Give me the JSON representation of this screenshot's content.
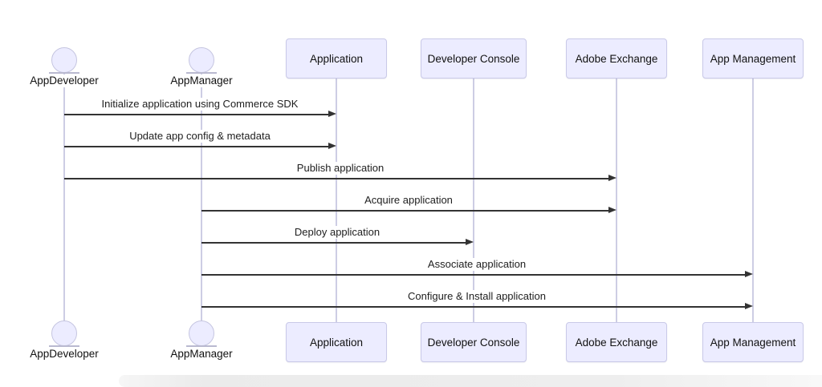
{
  "diagram": {
    "type": "sequence-diagram",
    "participants": [
      {
        "name": "AppDeveloper",
        "kind": "actor"
      },
      {
        "name": "AppManager",
        "kind": "actor"
      },
      {
        "name": "Application",
        "kind": "participant"
      },
      {
        "name": "Developer Console",
        "kind": "participant"
      },
      {
        "name": "Adobe Exchange",
        "kind": "participant"
      },
      {
        "name": "App Management",
        "kind": "participant"
      }
    ],
    "messages": [
      {
        "from": "AppDeveloper",
        "to": "Application",
        "label": "Initialize application using Commerce SDK",
        "arrow": "solid-filled"
      },
      {
        "from": "AppDeveloper",
        "to": "Application",
        "label": "Update app config & metadata",
        "arrow": "solid-filled"
      },
      {
        "from": "AppDeveloper",
        "to": "Adobe Exchange",
        "label": "Publish application",
        "arrow": "solid-filled"
      },
      {
        "from": "AppManager",
        "to": "Adobe Exchange",
        "label": "Acquire application",
        "arrow": "solid-filled"
      },
      {
        "from": "AppManager",
        "to": "Developer Console",
        "label": "Deploy application",
        "arrow": "solid-filled"
      },
      {
        "from": "AppManager",
        "to": "App Management",
        "label": "Associate application",
        "arrow": "solid-filled"
      },
      {
        "from": "AppManager",
        "to": "App Management",
        "label": "Configure & Install application",
        "arrow": "solid-filled"
      }
    ],
    "colors": {
      "node_fill": "#ECECFF",
      "node_border": "#c9c9e8",
      "lifeline": "#cdcde4",
      "arrow": "#333333",
      "text": "#1f1f1f"
    }
  }
}
